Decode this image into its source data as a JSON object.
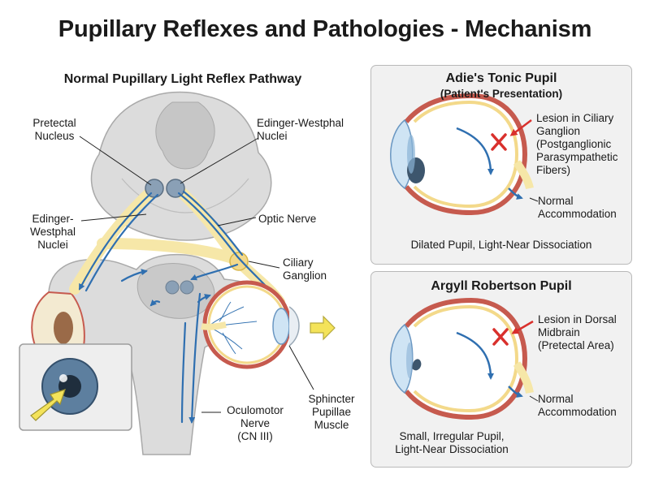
{
  "title": "Pupillary Reflexes and Pathologies - Mechanism",
  "left_section": {
    "heading": "Normal Pupillary Light Reflex Pathway",
    "labels": {
      "pretectal_nucleus": [
        "Pretectal",
        "Nucleus"
      ],
      "edinger_westphal_nuclei_top": [
        "Edinger-Westphal",
        "Nuclei"
      ],
      "edinger_westphal_nuclei_left": [
        "Edinger-",
        "Westphal",
        "Nuclei"
      ],
      "optic_nerve": "Optic Nerve",
      "ciliary_ganglion": [
        "Ciliary",
        "Ganglion"
      ],
      "oculomotor_nerve": [
        "Oculomotor",
        "Nerve",
        "(CN III)"
      ],
      "sphincter_pupillae": [
        "Sphincter",
        "Pupillae",
        "Muscle"
      ]
    }
  },
  "adie_panel": {
    "title": "Adie's Tonic Pupil",
    "subtitle": "(Patient's Presentation)",
    "lesion_label": [
      "Lesion in Ciliary",
      "Ganglion",
      "(Postganglionic",
      "Parasympathetic",
      "Fibers)"
    ],
    "accommodation_label": [
      "Normal",
      "Accommodation"
    ],
    "caption": "Dilated Pupil, Light-Near Dissociation"
  },
  "argyll_panel": {
    "title": "Argyll Robertson Pupil",
    "lesion_label": [
      "Lesion in Dorsal",
      "Midbrain",
      "(Pretectal Area)"
    ],
    "accommodation_label": [
      "Normal",
      "Accommodation"
    ],
    "caption": [
      "Small, Irregular Pupil,",
      "Light-Near Dissociation"
    ]
  },
  "colors": {
    "nerve_blue": "#2f6fb0",
    "nerve_yellow": "#f6e7a8",
    "brain_gray": "#d9d9d9",
    "sclera_red": "#c65a4e",
    "lesion_red": "#d9302c",
    "arrow_yellow": "#f4e35a"
  }
}
